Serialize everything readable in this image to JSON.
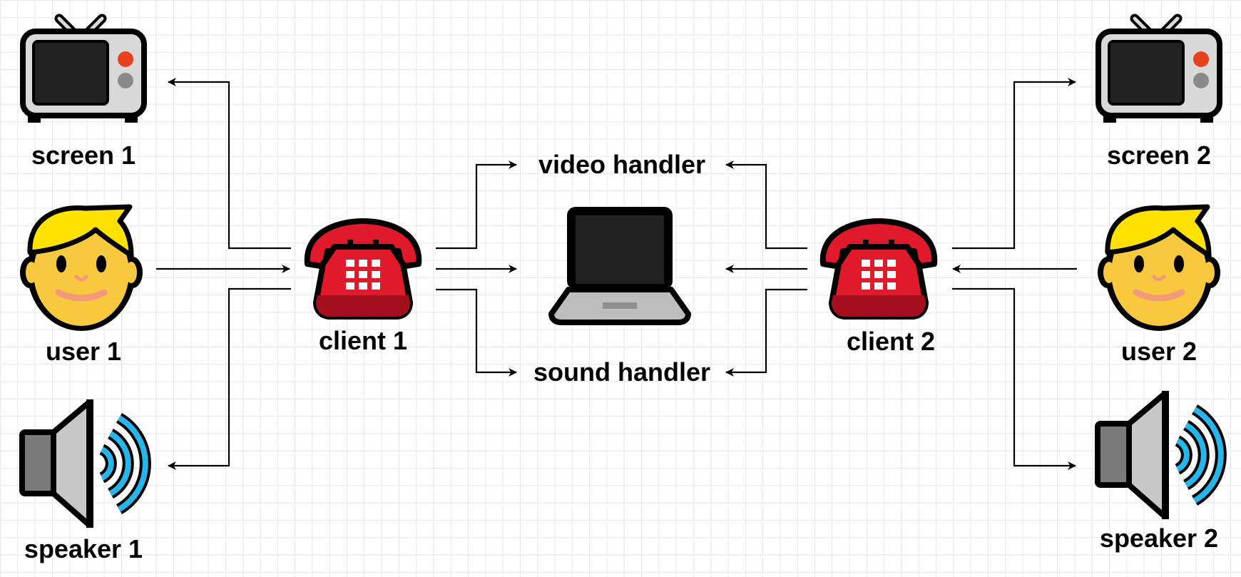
{
  "labels": {
    "screen1": "screen 1",
    "user1": "user 1",
    "speaker1": "speaker 1",
    "client1": "client 1",
    "video_handler": "video handler",
    "sound_handler": "sound handler",
    "client2": "client 2",
    "screen2": "screen 2",
    "user2": "user 2",
    "speaker2": "speaker 2"
  },
  "icons": {
    "screen1": "television-icon",
    "user1": "user-face-icon",
    "speaker1": "speaker-icon",
    "client1": "telephone-icon",
    "server": "laptop-icon",
    "client2": "telephone-icon",
    "screen2": "television-icon",
    "user2": "user-face-icon",
    "speaker2": "speaker-icon"
  },
  "edges": [
    {
      "from": "client1",
      "to": "screen1"
    },
    {
      "from": "user1",
      "to": "client1"
    },
    {
      "from": "client1",
      "to": "speaker1"
    },
    {
      "from": "client1",
      "to": "video_handler"
    },
    {
      "from": "client1",
      "to": "server"
    },
    {
      "from": "client1",
      "to": "sound_handler"
    },
    {
      "from": "client2",
      "to": "video_handler"
    },
    {
      "from": "client2",
      "to": "server"
    },
    {
      "from": "client2",
      "to": "sound_handler"
    },
    {
      "from": "client2",
      "to": "screen2"
    },
    {
      "from": "user2",
      "to": "client2"
    },
    {
      "from": "client2",
      "to": "speaker2"
    }
  ],
  "colors": {
    "tv_body": "#d9d9d9",
    "tv_screen": "#222222",
    "tv_knob_red": "#e8411e",
    "tv_knob_gray": "#8a8a8a",
    "hair": "#ffe100",
    "skin": "#f8c93f",
    "mouth": "#f39a7a",
    "phone_red": "#e0192b",
    "phone_dark": "#a50f1d",
    "laptop_body": "#bdbdbd",
    "speaker_gray": "#c8c8c8",
    "speaker_dark": "#7a7a7a",
    "sound_wave": "#27b6ea"
  }
}
